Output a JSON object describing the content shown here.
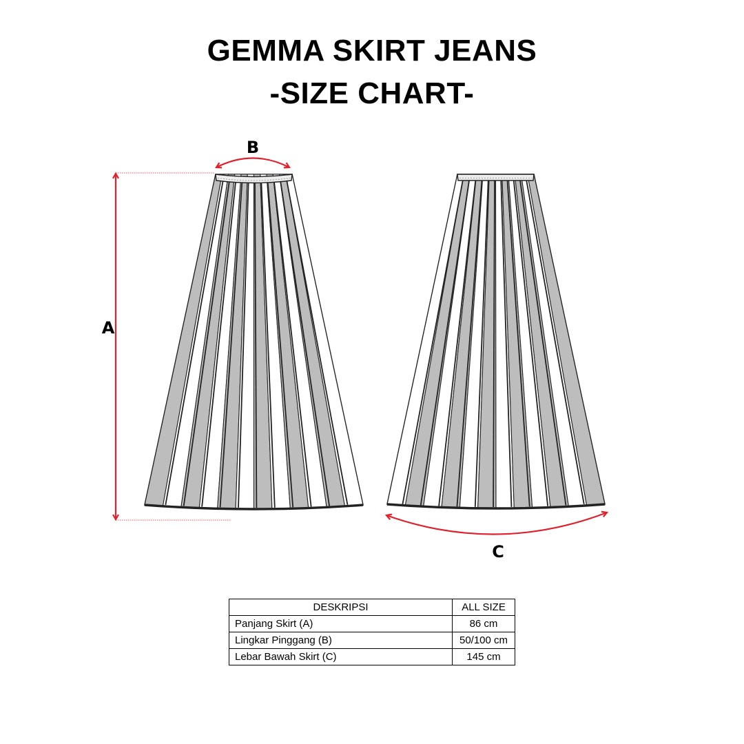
{
  "title": {
    "line1": "GEMMA SKIRT JEANS",
    "line2": "-SIZE CHART-"
  },
  "diagram": {
    "labels": {
      "a": "A",
      "b": "B",
      "c": "C"
    },
    "colors": {
      "dimension_arrow": "#e0202a",
      "panel_shade": "#bdbdbd",
      "outline": "#222222"
    }
  },
  "table": {
    "headers": [
      "DESKRIPSI",
      "ALL SIZE"
    ],
    "rows": [
      [
        "Panjang Skirt (A)",
        "86 cm"
      ],
      [
        "Lingkar Pinggang (B)",
        "50/100 cm"
      ],
      [
        "Lebar Bawah Skirt (C)",
        "145 cm"
      ]
    ]
  }
}
